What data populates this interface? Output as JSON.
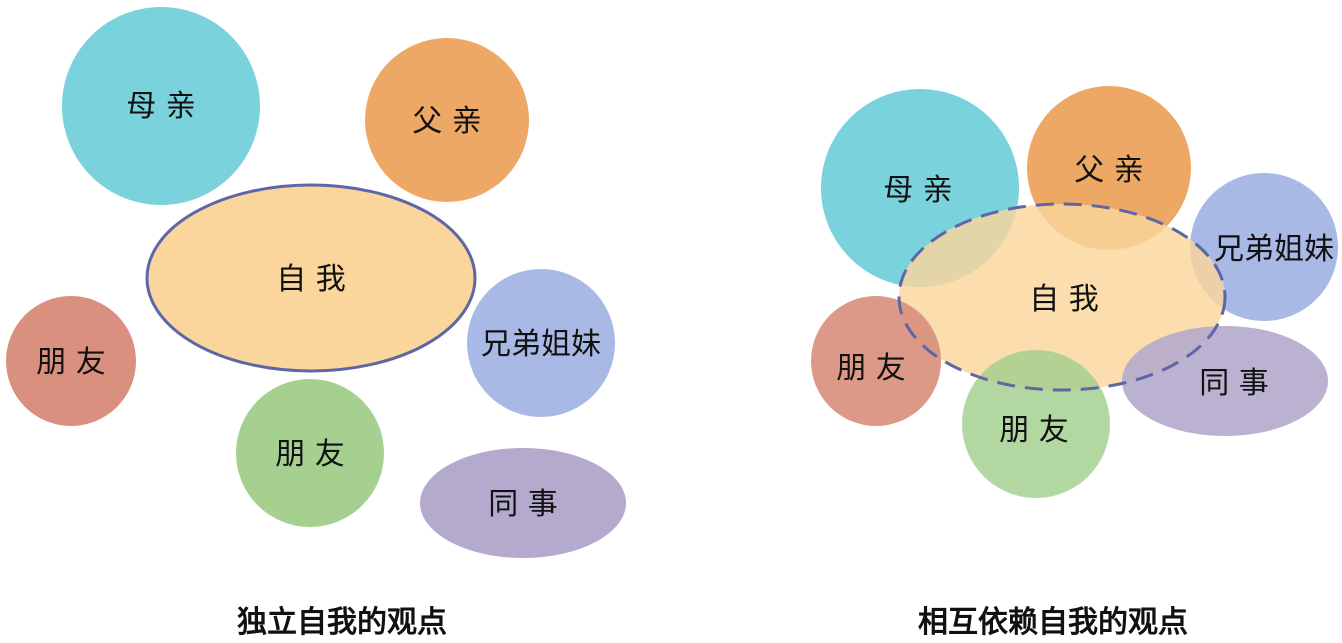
{
  "left": {
    "caption": "独立自我的观点",
    "self": {
      "label": "自 我",
      "color": "#fad59c"
    },
    "nodes": [
      {
        "key": "mother",
        "label": "母 亲",
        "color": "#7ad3dc"
      },
      {
        "key": "father",
        "label": "父 亲",
        "color": "#eca864"
      },
      {
        "key": "siblings",
        "label": "兄弟姐妹",
        "color": "#a9b9e6"
      },
      {
        "key": "friend1",
        "label": "朋 友",
        "color": "#d9907e"
      },
      {
        "key": "friend2",
        "label": "朋 友",
        "color": "#a5d08f"
      },
      {
        "key": "colleague",
        "label": "同 事",
        "color": "#b4aacd"
      }
    ]
  },
  "right": {
    "caption": "相互依赖自我的观点",
    "self": {
      "label": "自 我",
      "color": "#fad59c"
    },
    "nodes": [
      {
        "key": "mother",
        "label": "母 亲",
        "color": "#7ad3dc"
      },
      {
        "key": "father",
        "label": "父 亲",
        "color": "#eca864"
      },
      {
        "key": "siblings",
        "label": "兄弟姐妹",
        "color": "#a9b9e6"
      },
      {
        "key": "friend1",
        "label": "朋 友",
        "color": "#d9907e"
      },
      {
        "key": "friend2",
        "label": "朋 友",
        "color": "#a5d08f"
      },
      {
        "key": "colleague",
        "label": "同 事",
        "color": "#b4aacd"
      }
    ]
  },
  "colors": {
    "outline": "#5e66a6"
  }
}
